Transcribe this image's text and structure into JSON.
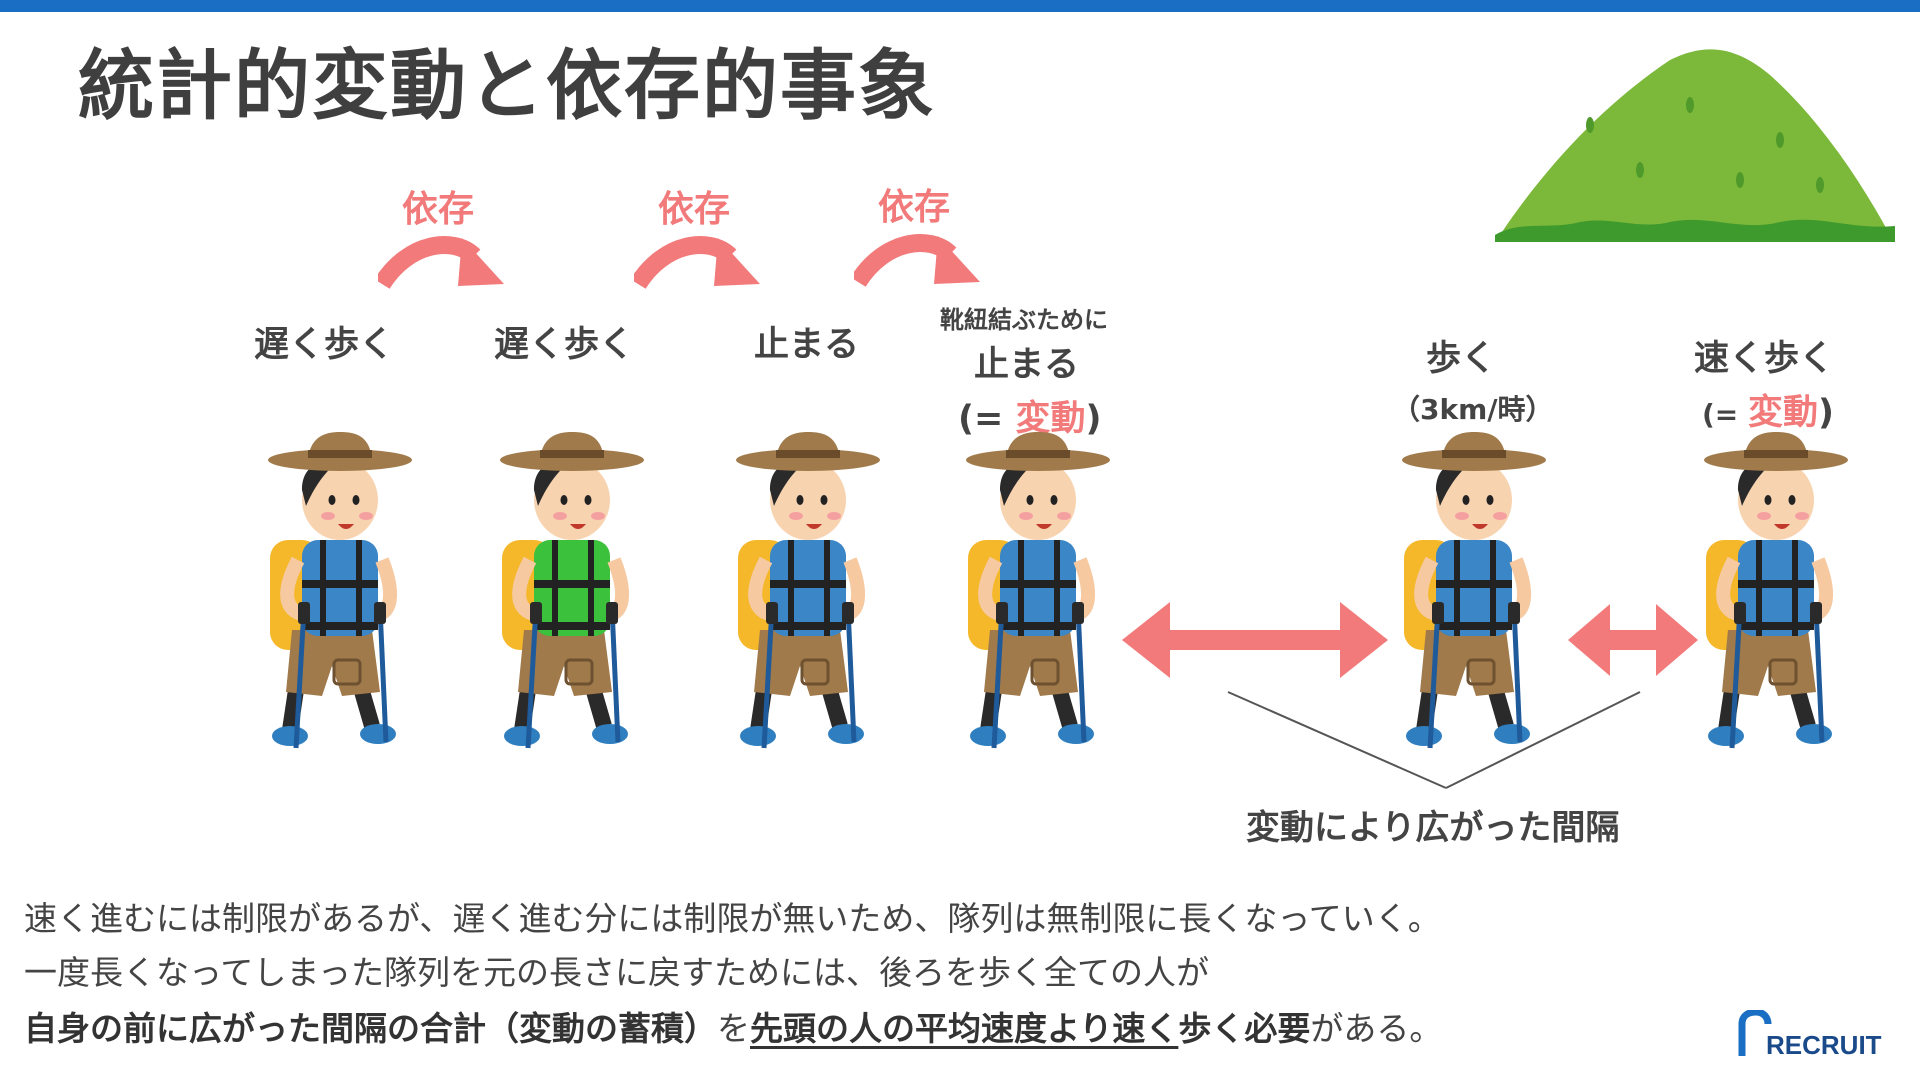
{
  "title": "統計的変動と依存的事象",
  "dependency_label": "依存",
  "hikers": [
    {
      "action": "遅く歩く",
      "shirt": "#3b86c6"
    },
    {
      "action": "遅く歩く",
      "shirt": "#3cc13c"
    },
    {
      "action": "止まる",
      "shirt": "#3b86c6"
    },
    {
      "pre": "靴紐結ぶために",
      "action": "止まる",
      "var_open": "(= ",
      "var_word": "変動",
      "var_close": ")",
      "shirt": "#3b86c6"
    },
    {
      "action": "歩く",
      "sub": "（3km/時）",
      "shirt": "#3b86c6"
    },
    {
      "action": "速く歩く",
      "var_open": "(= ",
      "var_word": "変動",
      "var_close": ")",
      "shirt": "#3b86c6"
    }
  ],
  "gap_note": "変動により広がった間隔",
  "paragraph": {
    "line1": "速く進むには制限があるが、遅く進む分には制限が無いため、隊列は無制限に長くなっていく。",
    "line2": "一度長くなってしまった隊列を元の長さに戻すためには、後ろを歩く全ての人が",
    "line3_a": "自身の前に広がった間隔の合計",
    "line3_b": "（",
    "line3_c": "変動の蓄積",
    "line3_d": "）",
    "line3_e": "を",
    "line3_f": "先頭の人の平均速度より速く",
    "line3_g": "歩く必要",
    "line3_h": "がある。"
  },
  "logo": "RECRUIT",
  "colors": {
    "accent": "#f27a7a",
    "bar": "#1a6fc4",
    "hill": "#7cb83a"
  }
}
